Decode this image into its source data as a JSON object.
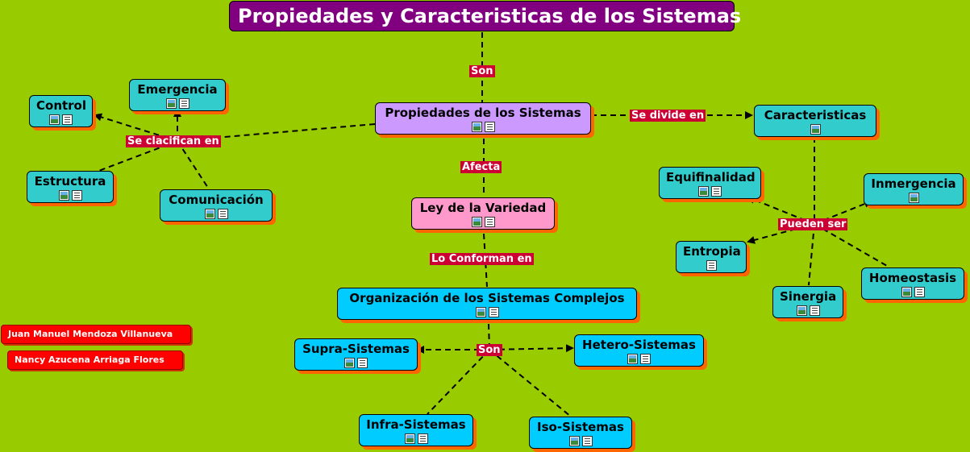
{
  "title": "Propiedades y Caracteristicas de los Sistemas",
  "nodes": {
    "propiedades": "Propiedades de los Sistemas",
    "caracteristicas": "Caracteristicas",
    "control": "Control",
    "emergencia": "Emergencia",
    "estructura": "Estructura",
    "comunicacion": "Comunicación",
    "ley": "Ley de la Variedad",
    "organizacion": "Organización de los Sistemas Complejos",
    "supra": "Supra-Sistemas",
    "hetero": "Hetero-Sistemas",
    "infra": "Infra-Sistemas",
    "iso": "Iso-Sistemas",
    "equifinalidad": "Equifinalidad",
    "inmergencia": "Inmergencia",
    "entropia": "Entropia",
    "homeostasis": "Homeostasis",
    "sinergia": "Sinergia"
  },
  "edge_labels": {
    "son_top": "Son",
    "se_divide": "Se divide en",
    "se_clacifican": "Se clacifican en",
    "afecta": "Afecta",
    "lo_conforman": "Lo Conforman en",
    "pueden_ser": "Pueden ser",
    "son_bottom": "Son"
  },
  "authors": [
    "Juan Manuel Mendoza Villanueva",
    "Nancy Azucena Arriaga Flores"
  ],
  "colors": {
    "background": "#99cc00",
    "title": "#800080",
    "teal_node": "#33cccc",
    "cyan_node": "#00ccff",
    "propiedades_node": "#cc99ff",
    "ley_node": "#ff99cc",
    "edge_label": "#cc0033",
    "author": "#ff0000",
    "shadow": "#ff6600"
  },
  "icons": [
    "image-icon",
    "document-icon"
  ]
}
